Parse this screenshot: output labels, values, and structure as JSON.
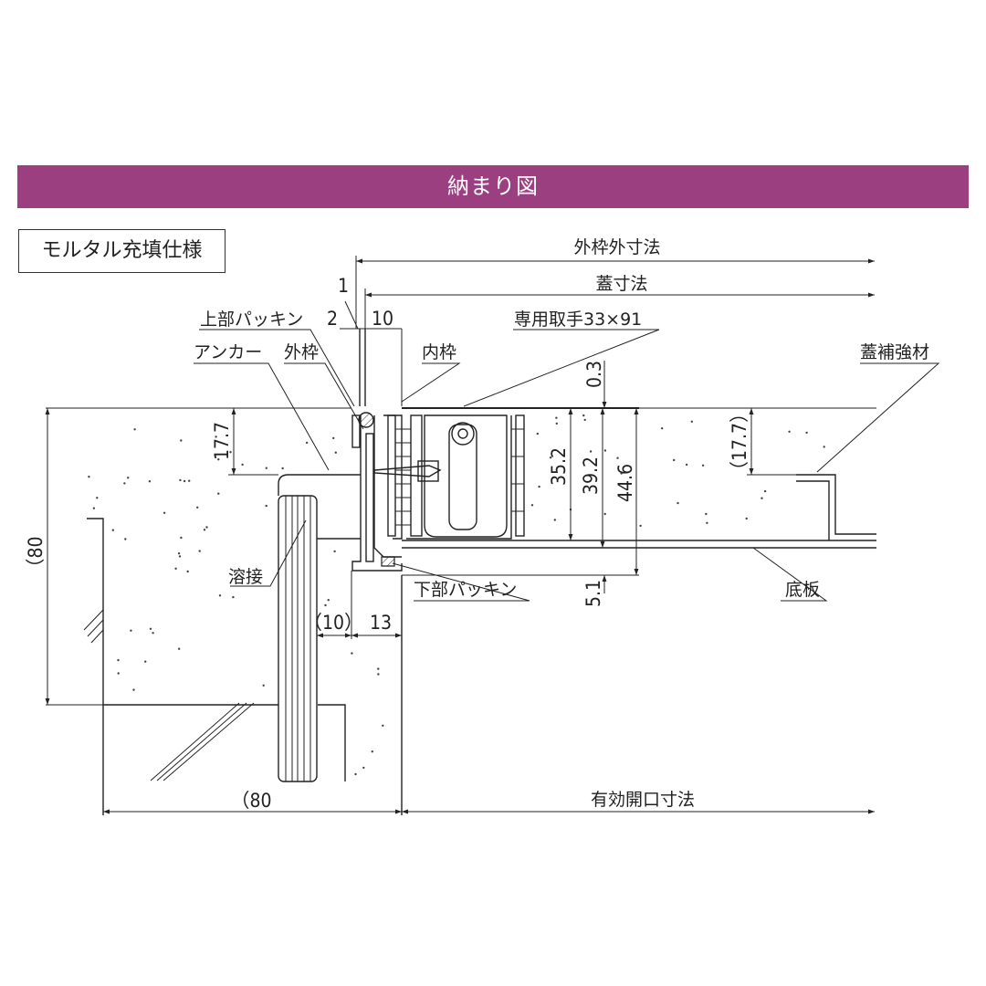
{
  "banner": {
    "title": "納まり図"
  },
  "spec_box": {
    "label": "モルタル充填仕様"
  },
  "labels": {
    "outer_frame_outer": "外枠外寸法",
    "lid": "蓋寸法",
    "top_packing": "上部パッキン",
    "anchor": "アンカー",
    "outer_frame": "外枠",
    "inner_frame": "内枠",
    "handle": "専用取手33×91",
    "lid_reinforcement": "蓋補強材",
    "weld": "溶接",
    "bottom_packing": "下部パッキン",
    "bottom_plate": "底板",
    "effective_opening": "有効開口寸法"
  },
  "dimensions": {
    "d_1": "1",
    "d_2": "2",
    "d_10": "10",
    "d_0_3": "0.3",
    "d_17_7": "17.7",
    "d_17_7_ref": "（17.7）",
    "d_35_2": "35.2",
    "d_39_2": "39.2",
    "d_44_6": "44.6",
    "d_5_1": "5.1",
    "d_80_v": "（80",
    "d_10_ref": "（10）",
    "d_13": "13",
    "d_80_h": "（80"
  },
  "colors": {
    "banner": "#9b3f80",
    "line": "#222222"
  }
}
